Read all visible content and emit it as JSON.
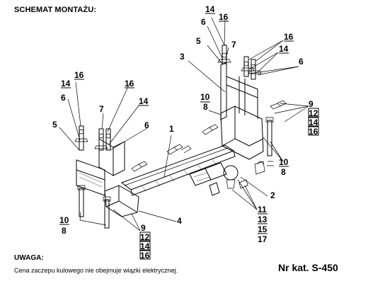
{
  "title": "SCHEMAT MONTAŻU:",
  "warning_heading": "UWAGA:",
  "warning_text": "Cena zaczepu kulowego nie obejmuje wiązki elektrycznej.",
  "catalog_number": "Nr kat. S-450",
  "callouts": {
    "c14_top": "14",
    "c16_top": "16",
    "c6_top": "6",
    "c16_upper_right": "16",
    "c5_upper": "5",
    "c7_upper": "7",
    "c14_upper_right": "14",
    "c3": "3",
    "c6_right": "6",
    "c10_upper": "10",
    "c8_upper": "8",
    "c9_right": "9",
    "c12_right": "12",
    "c14_right": "14",
    "c16_right": "16",
    "c14_left": "14",
    "c16_left": "16",
    "c6_left": "6",
    "c16_mid": "16",
    "c7_left": "7",
    "c14_mid": "14",
    "c5_left": "5",
    "c6_mid": "6",
    "c1": "1",
    "c10_right": "10",
    "c8_right": "8",
    "c2": "2",
    "c11": "11",
    "c13": "13",
    "c15": "15",
    "c17": "17",
    "c10_lower": "10",
    "c8_lower": "8",
    "c4": "4",
    "c9_lower": "9",
    "c12_lower": "12",
    "c14_lower": "14",
    "c16_lower": "16"
  }
}
